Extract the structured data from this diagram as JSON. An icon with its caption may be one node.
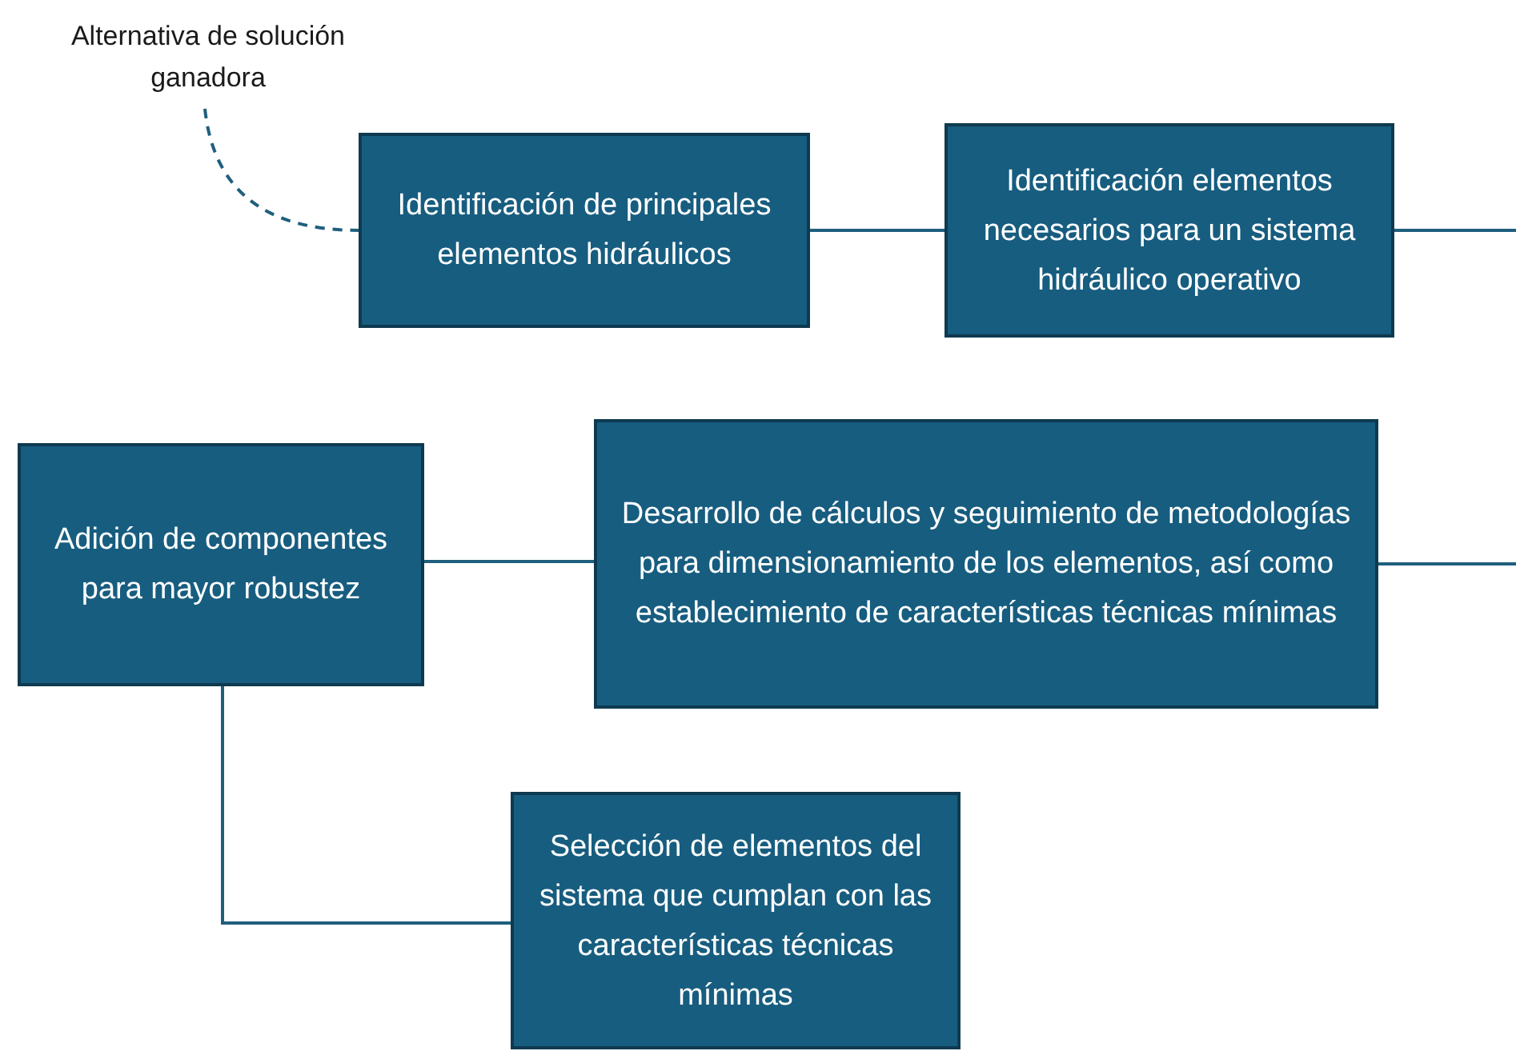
{
  "diagram": {
    "nodes": [
      {
        "text": [
          "Alternativa de solución ganadora"
        ]
      },
      {
        "text": [
          "Identificación de principales elementos hidráulicos"
        ]
      },
      {
        "text": [
          "Identificación elementos necesarios para un sistema hidráulico operativo"
        ]
      },
      {
        "text": [
          "Adición de componentes para mayor robustez"
        ]
      },
      {
        "text": [
          "Desarrollo de cálculos y seguimiento de metodologías para dimensionamiento de los elementos, así como establecimiento de características técnicas mínimas"
        ]
      },
      {
        "text": [
          "Selección de elementos del sistema que cumplan con las características técnicas mínimas"
        ]
      }
    ],
    "edges": [
      {
        "from": 0,
        "to": 1,
        "arrow": "none",
        "style": "dashed"
      },
      {
        "from": 1,
        "to": 2,
        "arrow": "none"
      },
      {
        "from": 2,
        "to": null,
        "arrow": "none"
      },
      {
        "from": 3,
        "to": 4,
        "arrow": "none"
      },
      {
        "from": 4,
        "to": null,
        "arrow": "none"
      },
      {
        "from": 3,
        "to": 5,
        "arrow": "none"
      }
    ]
  }
}
